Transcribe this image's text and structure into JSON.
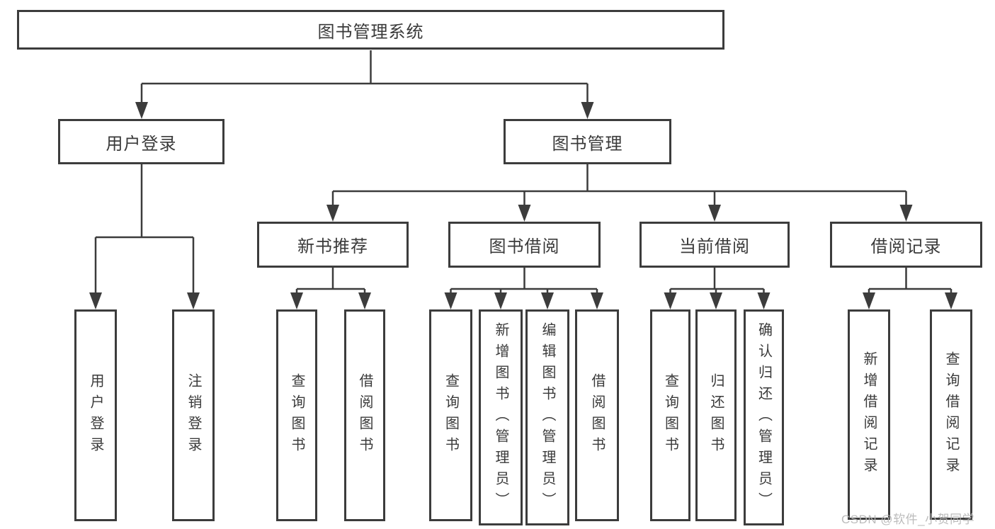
{
  "tree": {
    "label": "图书管理系统",
    "children": [
      {
        "label": "用户登录",
        "children": [
          {
            "label": "用户登录"
          },
          {
            "label": "注销登录"
          }
        ]
      },
      {
        "label": "图书管理",
        "children": [
          {
            "label": "新书推荐",
            "children": [
              {
                "label": "查询图书"
              },
              {
                "label": "借阅图书"
              }
            ]
          },
          {
            "label": "图书借阅",
            "children": [
              {
                "label": "查询图书"
              },
              {
                "label": "新增图书（管理员）"
              },
              {
                "label": "编辑图书（管理员）"
              },
              {
                "label": "借阅图书"
              }
            ]
          },
          {
            "label": "当前借阅",
            "children": [
              {
                "label": "查询图书"
              },
              {
                "label": "归还图书"
              },
              {
                "label": "确认归还（管理员）"
              }
            ]
          },
          {
            "label": "借阅记录",
            "children": [
              {
                "label": "新增借阅记录"
              },
              {
                "label": "查询借阅记录"
              }
            ]
          }
        ]
      }
    ]
  },
  "watermark": {
    "text": "CSDN @软件_小贺同学"
  },
  "colors": {
    "line": "#3c3c3c",
    "text": "#3a3a3a",
    "background": "#ffffff",
    "watermark": "#b5b5b5"
  }
}
